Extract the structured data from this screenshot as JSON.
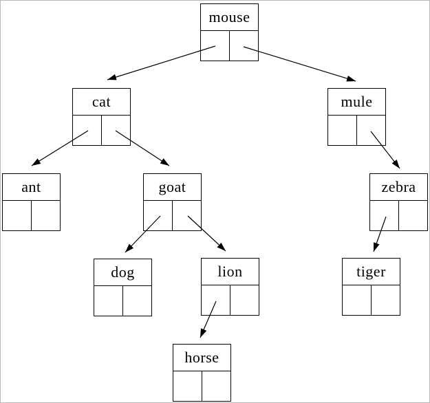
{
  "diagram": {
    "title": "binary tree of animal names",
    "background_color": "#ffffff",
    "line_color": "#000000",
    "border_color": "#b9b9b9",
    "node_style": "label box with left and right pointer cells",
    "nodes": [
      {
        "id": "mouse",
        "label": "mouse"
      },
      {
        "id": "cat",
        "label": "cat"
      },
      {
        "id": "mule",
        "label": "mule"
      },
      {
        "id": "ant",
        "label": "ant"
      },
      {
        "id": "goat",
        "label": "goat"
      },
      {
        "id": "zebra",
        "label": "zebra"
      },
      {
        "id": "dog",
        "label": "dog"
      },
      {
        "id": "lion",
        "label": "lion"
      },
      {
        "id": "tiger",
        "label": "tiger"
      },
      {
        "id": "horse",
        "label": "horse"
      }
    ],
    "root": "mouse",
    "edges": [
      {
        "from": "mouse",
        "pointer": "left",
        "to": "cat"
      },
      {
        "from": "mouse",
        "pointer": "right",
        "to": "mule"
      },
      {
        "from": "cat",
        "pointer": "left",
        "to": "ant"
      },
      {
        "from": "cat",
        "pointer": "right",
        "to": "goat"
      },
      {
        "from": "goat",
        "pointer": "left",
        "to": "dog"
      },
      {
        "from": "goat",
        "pointer": "right",
        "to": "lion"
      },
      {
        "from": "lion",
        "pointer": "left",
        "to": "horse"
      },
      {
        "from": "mule",
        "pointer": "right",
        "to": "zebra"
      },
      {
        "from": "zebra",
        "pointer": "left",
        "to": "tiger"
      }
    ]
  }
}
